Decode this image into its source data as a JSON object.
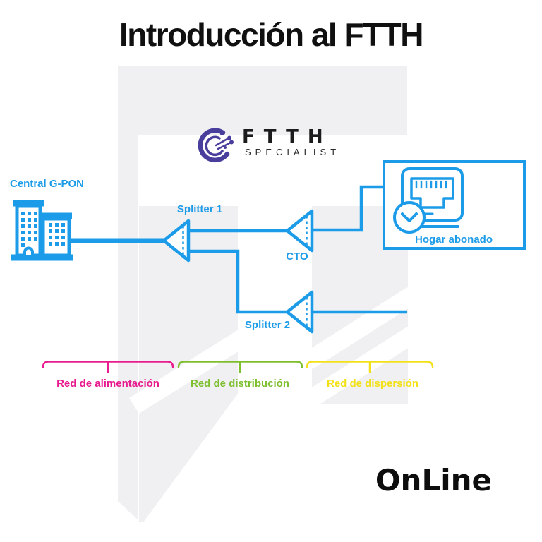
{
  "page": {
    "title": "Introducción al FTTH",
    "brand": "OnLine"
  },
  "logo": {
    "name": "FTTH",
    "subtitle": "SPECIALIST",
    "icon": "fiber-crescent-icon",
    "color": "#4a3e9c"
  },
  "diagram": {
    "line_color": "#1c9ce8",
    "nodes": {
      "central": {
        "label": "Central G-PON",
        "icon": "building-icon"
      },
      "splitter1": {
        "label": "Splitter 1",
        "icon": "splitter-icon"
      },
      "cto": {
        "label": "CTO",
        "icon": "splitter-icon"
      },
      "splitter2": {
        "label": "Splitter 2",
        "icon": "splitter-icon"
      },
      "home": {
        "label": "Hogar abonado",
        "icon": "ethernet-port-icon"
      }
    },
    "segments": [
      {
        "label": "Red de alimentación",
        "color": "#e81c8e"
      },
      {
        "label": "Red de distribución",
        "color": "#7dbf2e"
      },
      {
        "label": "Red de dispersión",
        "color": "#f2e117"
      }
    ]
  }
}
